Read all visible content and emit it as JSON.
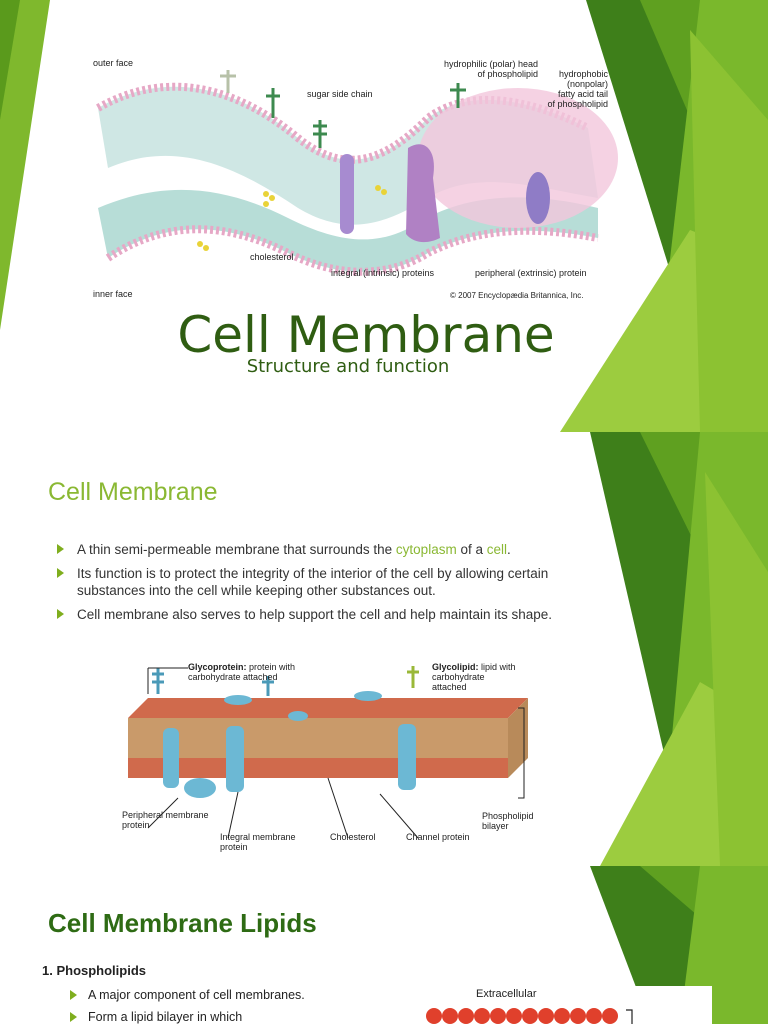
{
  "slide1": {
    "title": "Cell Membrane",
    "subtitle": "Structure and function",
    "figure_labels": {
      "outer_face": "outer face",
      "inner_face": "inner face",
      "sugar_side_chain": "sugar side chain",
      "hydrophilic_head": "hydrophilic (polar) head\nof phospholipid",
      "hydrophobic_tail": "hydrophobic\n(nonpolar)\nfatty acid tail\nof phospholipid",
      "cholesterol": "cholesterol",
      "integral_proteins": "integral (intrinsic) proteins",
      "peripheral_protein": "peripheral (extrinsic) protein",
      "copyright": "© 2007 Encyclopædia Britannica, Inc."
    }
  },
  "slide2": {
    "title": "Cell Membrane",
    "bullet1_pre": "A thin semi-permeable membrane that surrounds the ",
    "bullet1_link1": "cytoplasm",
    "bullet1_mid": " of a ",
    "bullet1_link2": "cell",
    "bullet1_post": ".",
    "bullet2": " Its function is to protect the integrity of the interior of the cell by allowing certain substances into the cell while keeping other substances out.",
    "bullet3": "Cell membrane also serves to help support the cell and help maintain its shape.",
    "figure_labels": {
      "glycoprotein_bold": "Glycoprotein:",
      "glycoprotein_rest": " protein with\ncarbohydrate attached",
      "glycolipid_bold": "Glycolipid:",
      "glycolipid_rest": " lipid with\ncarbohydrate\nattached",
      "peripheral": "Peripheral membrane\nprotein",
      "integral": "Integral membrane\nprotein",
      "cholesterol": "Cholesterol",
      "channel": "Channel protein",
      "bilayer": "Phospholipid\nbilayer"
    }
  },
  "slide3": {
    "title": "Cell Membrane Lipids",
    "subheading": "1. Phospholipids",
    "bullets": [
      "A major component of cell membranes.",
      "Form a lipid bilayer in which"
    ],
    "figure_label": "Extracellular"
  },
  "colors": {
    "title_dark_green": "#2f5d12",
    "title_light_green": "#8ab833",
    "accent_green": "#7fae1e"
  }
}
